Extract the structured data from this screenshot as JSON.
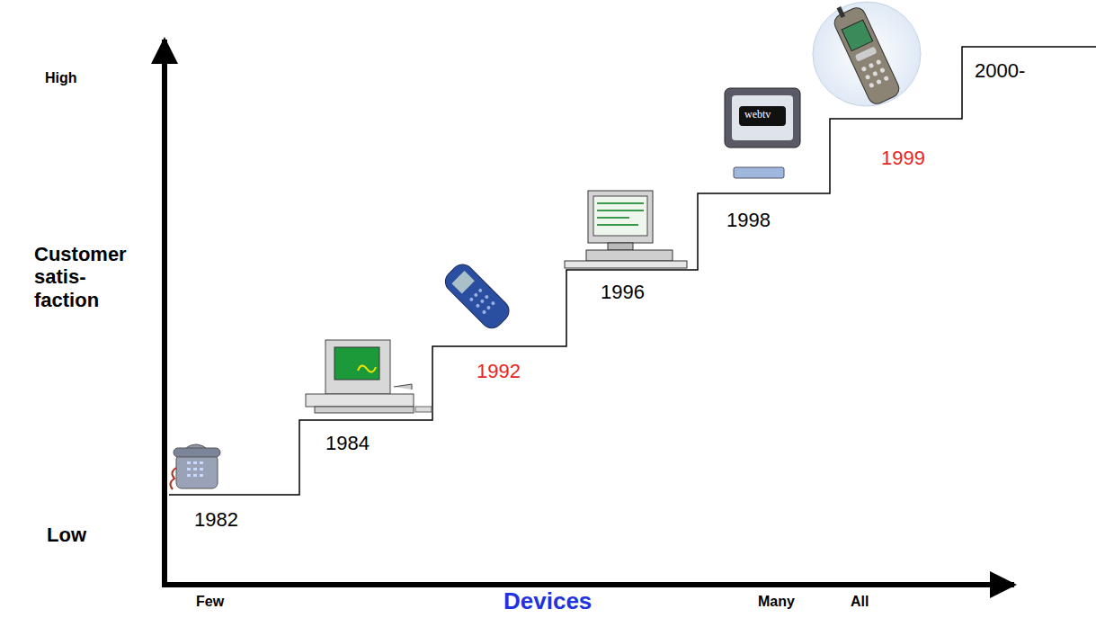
{
  "diagram": {
    "labels": [
      "High",
      "Customer satis- faction",
      "Low",
      "Few",
      "Devices",
      "Many",
      "All",
      "1982",
      "1984",
      "1992",
      "1996",
      "1998",
      "1999",
      "2000-",
      "webtv"
    ]
  }
}
